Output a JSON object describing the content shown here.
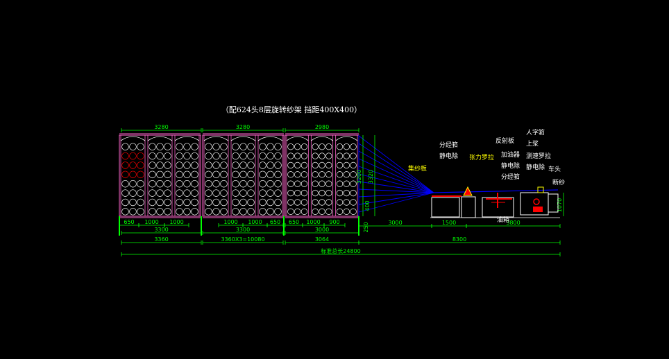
{
  "title": "（配624头8层旋转纱架  挡距400X400）",
  "colors": {
    "background": "#000000",
    "frame": "#ff66cc",
    "creel_ring": "#ffffff",
    "yarn_line": "#0000ff",
    "dimension": "#00ff00",
    "label_yellow": "#ffff00",
    "label_white": "#ffffff",
    "accent_red": "#ff0000"
  },
  "creel_sections": [
    {
      "label": "section-1",
      "top_dim": "3280",
      "columns": 3,
      "rows": 8
    },
    {
      "label": "section-2",
      "top_dim": "3280",
      "columns": 3,
      "rows": 8
    },
    {
      "label": "section-3",
      "top_dim": "2980",
      "columns": 3,
      "rows": 8
    }
  ],
  "dims": {
    "top": [
      "3280",
      "3280",
      "2980"
    ],
    "row1": [
      "650",
      "1000",
      "1000",
      "1000",
      "1000",
      "650",
      "650",
      "1000",
      "900"
    ],
    "row2": [
      "3300",
      "3300",
      "3000"
    ],
    "row3": [
      "3360",
      "3360X3=10080",
      "3064"
    ],
    "right_row1": [
      "250",
      "3000",
      "1500",
      "3800"
    ],
    "right_row2": "8300",
    "total": "标准总长24800",
    "vertical_left": "3200",
    "vertical_right": "3320",
    "vertical_small": "400",
    "machine_height": "1070"
  },
  "labels": {
    "collector": "集纱板",
    "divider_comb": "分经筘",
    "static_eliminator": "静电除",
    "tension_roller": "张力罗拉",
    "reflect_plate": "反射板",
    "humidifier": "加油器",
    "static_eliminator2": "静电除",
    "divider_comb2": "分经筘",
    "oil_tank": "油箱",
    "cross_comb": "人字筘",
    "top_roller": "上浆",
    "measure_roller": "测速罗拉",
    "static_eliminator3": "静电除",
    "machine_head": "车头",
    "brake": "断纱"
  }
}
